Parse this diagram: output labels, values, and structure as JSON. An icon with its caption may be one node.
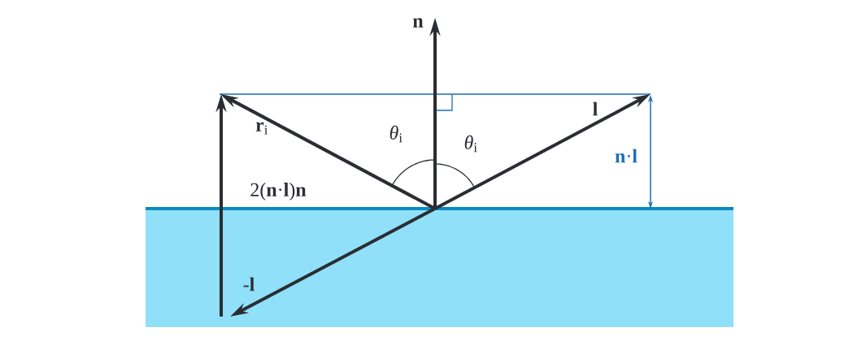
{
  "diagram": {
    "labels": [
      "**n**",
      "**r**$_{i}$",
      "*θ*$_{i}$",
      "*θ*$_{i}$",
      "**l**",
      "**n**·**l**",
      "2(**n**·**l**)**n**",
      "-**l**"
    ]
  }
}
